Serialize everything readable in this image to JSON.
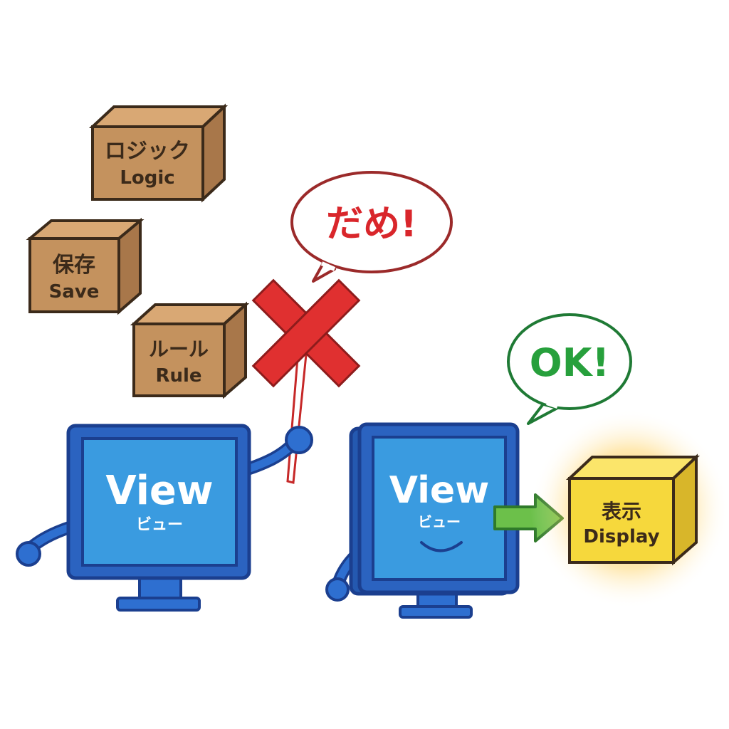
{
  "boxes": {
    "logic": {
      "ja": "ロジック",
      "en": "Logic"
    },
    "save": {
      "ja": "保存",
      "en": "Save"
    },
    "rule": {
      "ja": "ルール",
      "en": "Rule"
    },
    "display": {
      "ja": "表示",
      "en": "Display"
    }
  },
  "bubbles": {
    "ng": "だめ!",
    "ok": "OK!"
  },
  "monitors": {
    "left": {
      "title": "View",
      "kana": "ビュー"
    },
    "right": {
      "title": "View",
      "kana": "ビュー"
    }
  },
  "colors": {
    "box_brown": "#c4925e",
    "box_yellow": "#f6d83c",
    "monitor_frame": "#2b63c0",
    "monitor_screen": "#3a9be0",
    "ng_red": "#d9262b",
    "ok_green": "#27a03c",
    "arrow_green": "#6cc04a"
  }
}
